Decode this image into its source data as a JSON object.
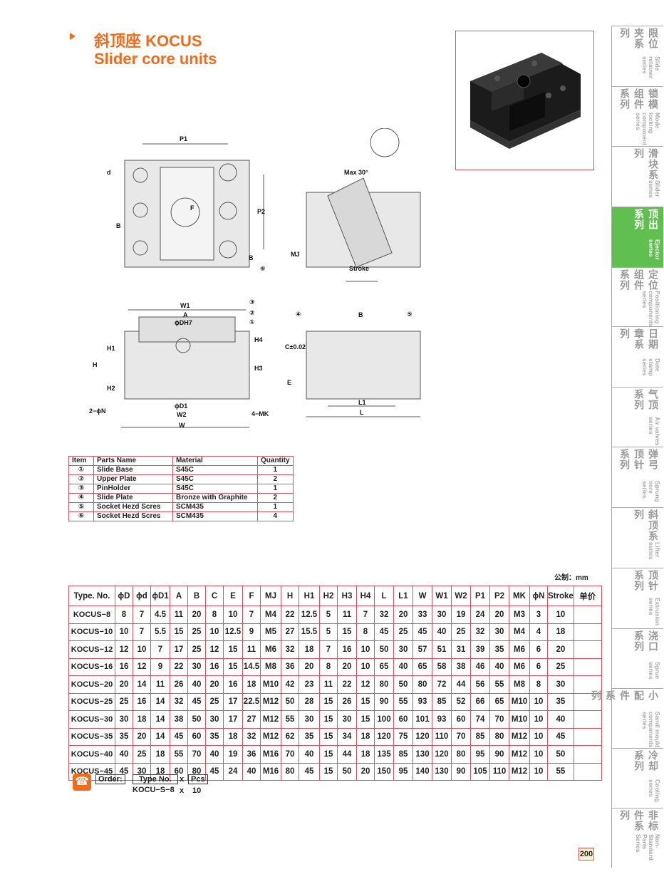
{
  "header": {
    "title_cn": "斜顶座 KOCUS",
    "title_en": "Slider core units"
  },
  "drawing_labels": {
    "P1": "P1",
    "P2": "P2",
    "d": "d",
    "B": "B",
    "F": "F",
    "circ6": "⑥",
    "max30": "Max 30°",
    "MJ": "MJ",
    "Stroke": "Stroke",
    "W1": "W1",
    "A": "A",
    "phiDH7": "ϕDH7",
    "H": "H",
    "H1": "H1",
    "H2": "H2",
    "H3": "H3",
    "H4": "H4",
    "phiD1": "ϕD1",
    "W2": "W2",
    "W": "W",
    "twoN": "2−ϕN",
    "fourMK": "4−MK",
    "circ1": "①",
    "circ2": "②",
    "circ3": "③",
    "circ4": "④",
    "circ5": "⑤",
    "Bt": "B",
    "C": "C±0.02",
    "E": "E",
    "L1": "L1",
    "L": "L"
  },
  "parts_table": {
    "headers": [
      "Item",
      "Parts Name",
      "Material",
      "Quantity"
    ],
    "rows": [
      [
        "①",
        "Slide Base",
        "S45C",
        "1"
      ],
      [
        "②",
        "Upper Plate",
        "S45C",
        "2"
      ],
      [
        "③",
        "PinHolder",
        "S45C",
        "1"
      ],
      [
        "④",
        "Slide Plate",
        "Bronze with Graphite",
        "2"
      ],
      [
        "⑤",
        "Socket Hezd Scres",
        "SCM435",
        "1"
      ],
      [
        "⑥",
        "Socket Hezd Scres",
        "SCM435",
        "4"
      ]
    ]
  },
  "unit_label": "公制：mm",
  "spec_table": {
    "headers": [
      "Type. No.",
      "ϕD",
      "ϕd",
      "ϕD1",
      "A",
      "B",
      "C",
      "E",
      "F",
      "MJ",
      "H",
      "H1",
      "H2",
      "H3",
      "H4",
      "L",
      "L1",
      "W",
      "W1",
      "W2",
      "P1",
      "P2",
      "MK",
      "ϕN",
      "Stroke",
      "单价"
    ],
    "rows": [
      [
        "KOCUS−8",
        "8",
        "7",
        "4.5",
        "11",
        "20",
        "8",
        "10",
        "7",
        "M4",
        "22",
        "12.5",
        "5",
        "11",
        "7",
        "32",
        "20",
        "33",
        "30",
        "19",
        "24",
        "20",
        "M3",
        "3",
        "10",
        ""
      ],
      [
        "KOCUS−10",
        "10",
        "7",
        "5.5",
        "15",
        "25",
        "10",
        "12.5",
        "9",
        "M5",
        "27",
        "15.5",
        "5",
        "15",
        "8",
        "45",
        "25",
        "45",
        "40",
        "25",
        "32",
        "30",
        "M4",
        "4",
        "18",
        ""
      ],
      [
        "KOCUS−12",
        "12",
        "10",
        "7",
        "17",
        "25",
        "12",
        "15",
        "11",
        "M6",
        "32",
        "18",
        "7",
        "16",
        "10",
        "50",
        "30",
        "57",
        "51",
        "31",
        "39",
        "35",
        "M6",
        "6",
        "20",
        ""
      ],
      [
        "KOCUS−16",
        "16",
        "12",
        "9",
        "22",
        "30",
        "16",
        "15",
        "14.5",
        "M8",
        "36",
        "20",
        "8",
        "20",
        "10",
        "65",
        "40",
        "65",
        "58",
        "38",
        "46",
        "40",
        "M6",
        "6",
        "25",
        ""
      ],
      [
        "KOCUS−20",
        "20",
        "14",
        "11",
        "26",
        "40",
        "20",
        "16",
        "18",
        "M10",
        "42",
        "23",
        "11",
        "22",
        "12",
        "80",
        "50",
        "80",
        "72",
        "44",
        "56",
        "55",
        "M8",
        "8",
        "30",
        ""
      ],
      [
        "KOCUS−25",
        "25",
        "16",
        "14",
        "32",
        "45",
        "25",
        "17",
        "22.5",
        "M12",
        "50",
        "28",
        "15",
        "26",
        "15",
        "90",
        "55",
        "93",
        "85",
        "52",
        "66",
        "65",
        "M10",
        "10",
        "35",
        ""
      ],
      [
        "KOCUS−30",
        "30",
        "18",
        "14",
        "38",
        "50",
        "30",
        "17",
        "27",
        "M12",
        "55",
        "30",
        "15",
        "30",
        "15",
        "100",
        "60",
        "101",
        "93",
        "60",
        "74",
        "70",
        "M10",
        "10",
        "40",
        ""
      ],
      [
        "KOCUS−35",
        "35",
        "20",
        "14",
        "45",
        "60",
        "35",
        "18",
        "32",
        "M12",
        "62",
        "35",
        "15",
        "34",
        "18",
        "120",
        "75",
        "120",
        "110",
        "70",
        "85",
        "80",
        "M12",
        "10",
        "45",
        ""
      ],
      [
        "KOCUS−40",
        "40",
        "25",
        "18",
        "55",
        "70",
        "40",
        "19",
        "36",
        "M16",
        "70",
        "40",
        "15",
        "44",
        "18",
        "135",
        "85",
        "130",
        "120",
        "80",
        "95",
        "90",
        "M12",
        "10",
        "50",
        ""
      ],
      [
        "KOCUS−45",
        "45",
        "30",
        "18",
        "60",
        "80",
        "45",
        "24",
        "40",
        "M16",
        "80",
        "45",
        "15",
        "50",
        "20",
        "150",
        "95",
        "140",
        "130",
        "90",
        "105",
        "110",
        "M12",
        "10",
        "55",
        ""
      ]
    ]
  },
  "order": {
    "label": "Order:",
    "type_label": "Type No.",
    "x": "x",
    "pcs_label": "Pcs",
    "example_type": "KOCU−S−8",
    "example_qty": "10"
  },
  "side_tabs": [
    {
      "cn": "限位夹系列",
      "en": "Slide retainer series",
      "active": false
    },
    {
      "cn": "锁模组件系列",
      "en": "Mode locking component series",
      "active": false
    },
    {
      "cn": "滑块系列",
      "en": "Slider series",
      "active": false
    },
    {
      "cn": "顶出系列",
      "en": "Ejector series",
      "active": true
    },
    {
      "cn": "定位组件系列",
      "en": "Positioning components series",
      "active": false
    },
    {
      "cn": "日期章系列",
      "en": "Date stamp series",
      "active": false
    },
    {
      "cn": "气顶系列",
      "en": "Air valves series",
      "active": false
    },
    {
      "cn": "弹弓顶针系列",
      "en": "Sprung core series",
      "active": false
    },
    {
      "cn": "斜顶系列",
      "en": "Lifter series",
      "active": false
    },
    {
      "cn": "顶针系列",
      "en": "Extrusion series",
      "active": false
    },
    {
      "cn": "浇口系列",
      "en": "Sprue series",
      "active": false
    },
    {
      "cn": "小配件系列",
      "en": "Samll mould components series",
      "active": false
    },
    {
      "cn": "冷却系列",
      "en": "Cooling series",
      "active": false
    },
    {
      "cn": "非标件系列",
      "en": "Non-Standard Parts Series",
      "active": false
    }
  ],
  "page_number": "200",
  "colors": {
    "accent": "#f26a1b",
    "table_border": "#e05060",
    "active_tab": "#5fbf4f"
  }
}
